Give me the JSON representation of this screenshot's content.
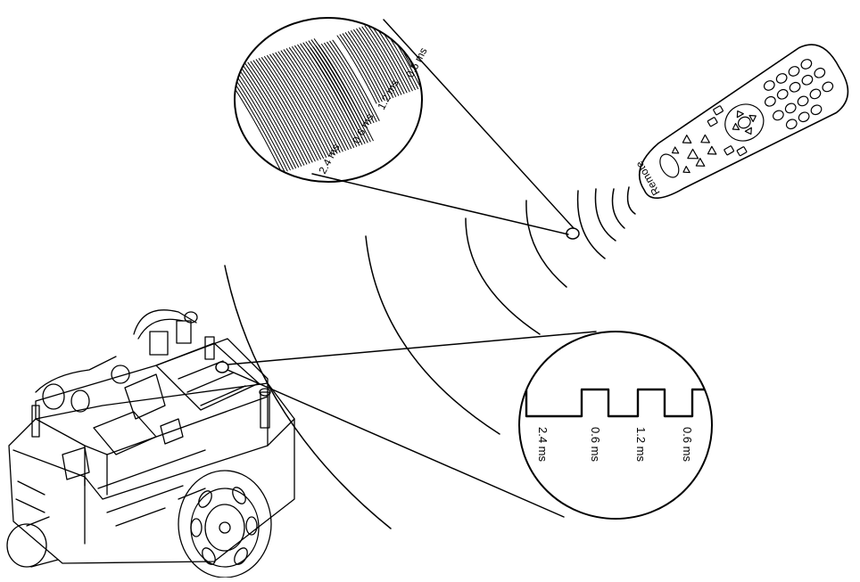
{
  "remote": {
    "label": "Remote"
  },
  "burst_magnifier": {
    "pulse_labels": [
      "2.4 ms",
      "0.6 ms",
      "1.2 ms",
      "0.6 ms"
    ]
  },
  "waveform_magnifier": {
    "pulse_labels": [
      "2.4 ms",
      "0.6 ms",
      "1.2 ms",
      "0.6 ms"
    ]
  },
  "colors": {
    "line": "#000000",
    "background": "#ffffff"
  }
}
